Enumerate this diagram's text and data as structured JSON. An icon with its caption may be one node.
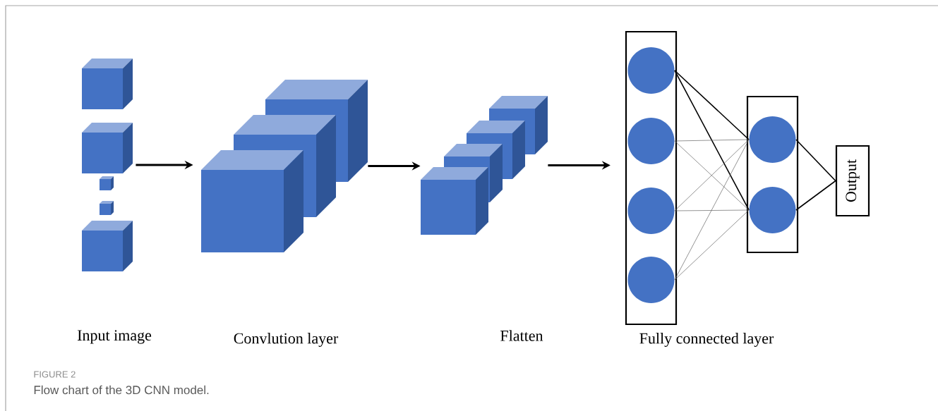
{
  "diagram": {
    "caption": "Flow chart of the 3D CNN model.",
    "nodes": [
      {
        "text": [
          "Input image"
        ]
      },
      {
        "text": [
          "Convlution layer"
        ]
      },
      {
        "text": [
          "Flatten"
        ]
      },
      {
        "text": [
          "Fully connected layer"
        ]
      },
      {
        "text": [],
        "shape": "circle",
        "in": 3
      },
      {
        "text": [],
        "shape": "circle",
        "in": 3
      },
      {
        "text": [],
        "shape": "circle",
        "in": 3
      },
      {
        "text": [],
        "shape": "circle",
        "in": 3
      },
      {
        "text": [],
        "shape": "box"
      },
      {
        "text": [],
        "shape": "circle",
        "in": 8
      },
      {
        "text": [],
        "shape": "circle",
        "in": 8
      },
      {
        "text": [
          "Output"
        ]
      }
    ],
    "edges": [
      {
        "from": 0,
        "to": 1,
        "arrow": "to"
      },
      {
        "from": 1,
        "to": 2,
        "arrow": "to"
      },
      {
        "from": 2,
        "to": 3,
        "arrow": "to"
      },
      {
        "from": 4,
        "to": 9,
        "arrow": "none"
      },
      {
        "from": 4,
        "to": 10,
        "arrow": "none"
      },
      {
        "from": 5,
        "to": 9,
        "arrow": "none",
        "color": "#666666"
      },
      {
        "from": 5,
        "to": 10,
        "arrow": "none",
        "color": "#666666"
      },
      {
        "from": 6,
        "to": 9,
        "arrow": "none",
        "color": "#666666"
      },
      {
        "from": 6,
        "to": 10,
        "arrow": "none",
        "color": "#666666"
      },
      {
        "from": 7,
        "to": 9,
        "arrow": "none",
        "color": "#666666"
      },
      {
        "from": 7,
        "to": 10,
        "arrow": "none",
        "color": "#666666"
      },
      {
        "from": 9,
        "to": 11,
        "arrow": "none"
      },
      {
        "from": 10,
        "to": 11,
        "arrow": "none"
      }
    ],
    "labels": [
      "FIGURE 2"
    ]
  }
}
